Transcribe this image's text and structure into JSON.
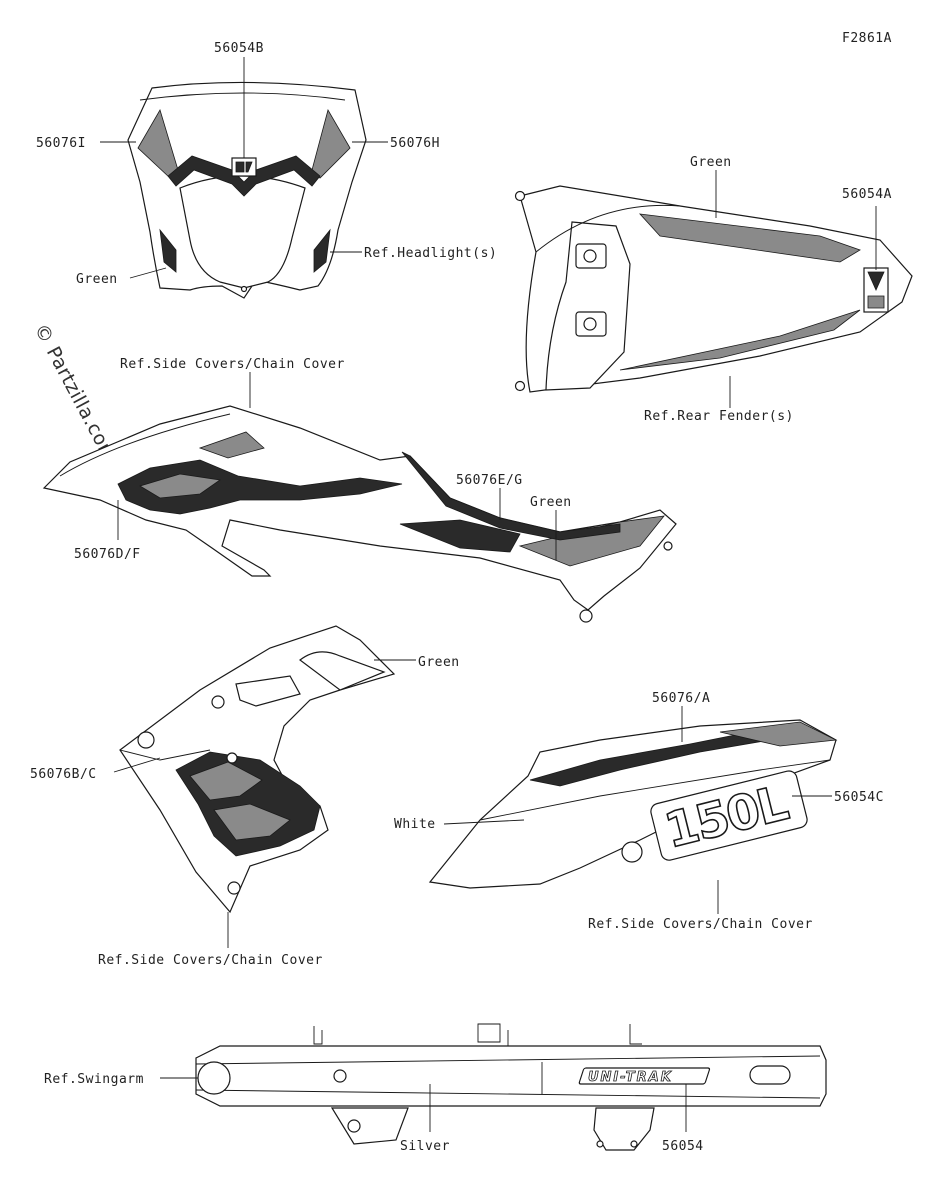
{
  "figure_id": "F2861A",
  "watermark": "© Partzilla.com",
  "headlight": {
    "part_top": "56054B",
    "part_left": "56076I",
    "part_right": "56076H",
    "color_left": "Green",
    "ref_right": "Ref.Headlight(s)"
  },
  "rear_fender": {
    "color": "Green",
    "part": "56054A",
    "ref": "Ref.Rear Fender(s)"
  },
  "upper_side_cover": {
    "ref_top": "Ref.Side Covers/Chain Cover",
    "part_right": "56076E/G",
    "color_right": "Green",
    "part_left": "56076D/F"
  },
  "radiator_shroud": {
    "color": "Green",
    "part_left": "56076B/C",
    "ref_bottom": "Ref.Side Covers/Chain Cover"
  },
  "side_cover": {
    "part_top": "56076/A",
    "part_right": "56054C",
    "color_left": "White",
    "ref_bottom": "Ref.Side Covers/Chain Cover",
    "badge_text": "150L"
  },
  "swingarm": {
    "ref_left": "Ref.Swingarm",
    "color": "Silver",
    "part": "56054",
    "decal_text": "UNI-TRAK"
  }
}
